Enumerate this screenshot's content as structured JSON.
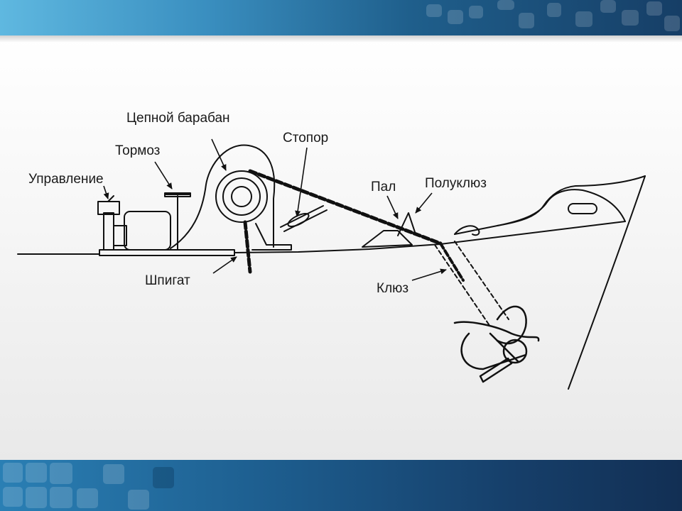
{
  "labels": {
    "drum": "Цепной барабан",
    "brake": "Тормоз",
    "control": "Управление",
    "stopper": "Стопор",
    "pawl": "Пал",
    "half_hawse": "Полуклюз",
    "scupper": "Шпигат",
    "hawse": "Клюз"
  },
  "colors": {
    "banner_light": "#5fb8e0",
    "banner_dark": "#163e66",
    "line": "#111111"
  }
}
